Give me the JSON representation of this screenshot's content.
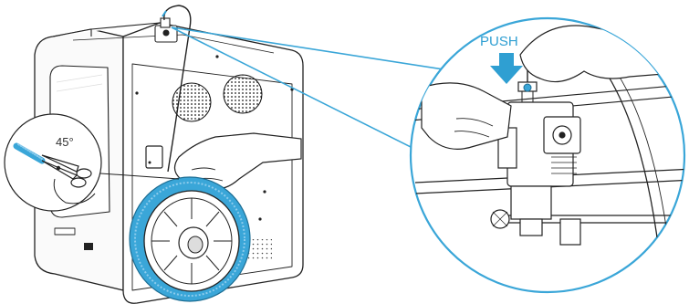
{
  "figure": {
    "push_label": "PUSH",
    "angle_label": "45°",
    "colors": {
      "accent": "#2f9fd2",
      "filament": "#3aa6d8",
      "spool_blue": "#5fb7e5",
      "line": "#222222",
      "panel_shade": "#f1f1f1"
    },
    "icons": [
      "printer-body",
      "filament-spool",
      "scissors-icon",
      "push-arrow-icon",
      "extruder-head",
      "hand-icon"
    ]
  }
}
